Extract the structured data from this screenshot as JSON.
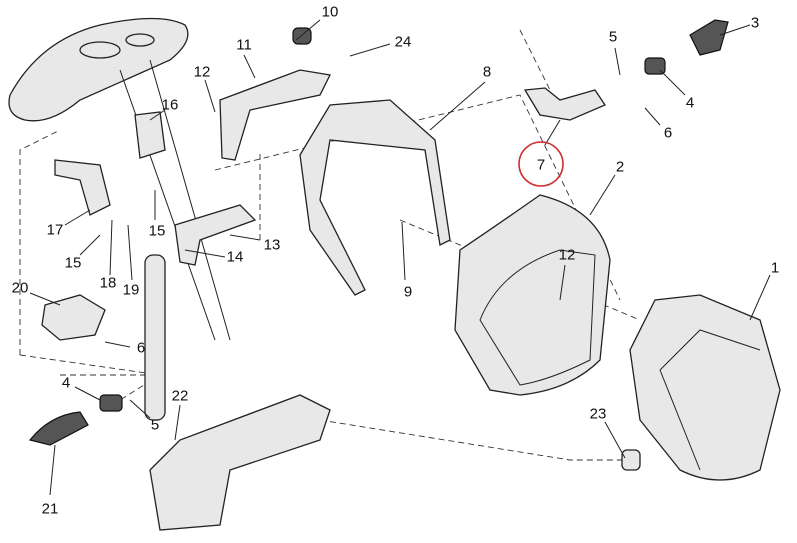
{
  "diagram": {
    "highlight_color": "#d03030",
    "highlighted_callout": "7",
    "callouts": [
      {
        "id": "c10",
        "text": "10"
      },
      {
        "id": "c24",
        "text": "24"
      },
      {
        "id": "c11",
        "text": "11"
      },
      {
        "id": "c12a",
        "text": "12"
      },
      {
        "id": "c8",
        "text": "8"
      },
      {
        "id": "c16",
        "text": "16"
      },
      {
        "id": "c5a",
        "text": "5"
      },
      {
        "id": "c3",
        "text": "3"
      },
      {
        "id": "c4a",
        "text": "4"
      },
      {
        "id": "c6a",
        "text": "6"
      },
      {
        "id": "c7",
        "text": "7"
      },
      {
        "id": "c2",
        "text": "2"
      },
      {
        "id": "c17",
        "text": "17"
      },
      {
        "id": "c15a",
        "text": "15"
      },
      {
        "id": "c13",
        "text": "13"
      },
      {
        "id": "c14",
        "text": "14"
      },
      {
        "id": "c15b",
        "text": "15"
      },
      {
        "id": "c18",
        "text": "18"
      },
      {
        "id": "c19",
        "text": "19"
      },
      {
        "id": "c20",
        "text": "20"
      },
      {
        "id": "c9",
        "text": "9"
      },
      {
        "id": "c12b",
        "text": "12"
      },
      {
        "id": "c1",
        "text": "1"
      },
      {
        "id": "c6b",
        "text": "6"
      },
      {
        "id": "c4b",
        "text": "4"
      },
      {
        "id": "c5b",
        "text": "5"
      },
      {
        "id": "c22",
        "text": "22"
      },
      {
        "id": "c23",
        "text": "23"
      },
      {
        "id": "c21",
        "text": "21"
      }
    ]
  }
}
